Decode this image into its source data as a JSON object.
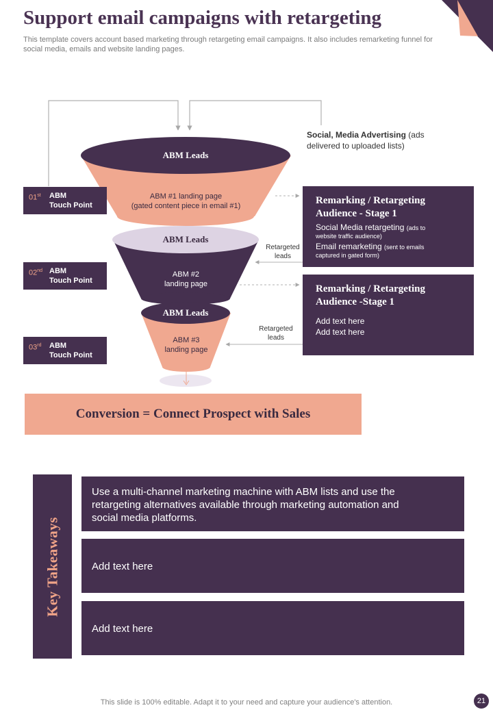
{
  "title": "Support email campaigns with retargeting",
  "subtitle": "This template covers account based marketing through retargeting email campaigns. It also includes remarketing funnel for social media, emails and website landing pages.",
  "social_note": {
    "bold": "Social, Media Advertising",
    "rest_1": " (ads",
    "rest_2": "delivered  to uploaded  lists)"
  },
  "funnel": [
    {
      "lead_label": "ABM Leads",
      "landing_line1": "ABM #1 landing page",
      "landing_line2": "(gated content piece in email #1)"
    },
    {
      "lead_label": "ABM Leads",
      "landing_line1": "ABM #2",
      "landing_line2": "landing page"
    },
    {
      "lead_label": "ABM Leads",
      "landing_line1": "ABM #3",
      "landing_line2": "landing page"
    }
  ],
  "touch_points": [
    {
      "num": "01",
      "sup": "st",
      "label_1": "ABM",
      "label_2": "Touch Point"
    },
    {
      "num": "02",
      "sup": "nd",
      "label_1": "ABM",
      "label_2": "Touch Point"
    },
    {
      "num": "03",
      "sup": "rd",
      "label_1": "ABM",
      "label_2": "Touch Point"
    }
  ],
  "retargeted_leads": [
    {
      "line1": "Retargeted",
      "line2": "leads"
    },
    {
      "line1": "Retargeted",
      "line2": "leads"
    }
  ],
  "remarketing_boxes": [
    {
      "heading_1": "Remarking / Retargeting",
      "heading_2": "Audience - Stage 1",
      "item1_main": "Social Media retargeting ",
      "item1_small_1": "(ads to",
      "item1_small_2": "website traffic audience)",
      "item2_main": "Email remarketing ",
      "item2_small_1": "(sent to emails",
      "item2_small_2": "captured in gated form)"
    },
    {
      "heading_1": "Remarking / Retargeting",
      "heading_2": "Audience -Stage 1",
      "line1": "Add text here",
      "line2": "Add text here"
    }
  ],
  "conversion": "Conversion = Connect Prospect with Sales",
  "key_takeaways": {
    "label": "Key Takeaways",
    "items": [
      {
        "line1": "Use a multi-channel  marketing machine with ABM lists and use the",
        "line2": "retargeting alternatives available through marketing automation and",
        "line3": "social media platforms."
      },
      {
        "line1": "Add text here"
      },
      {
        "line1": "Add text here"
      }
    ]
  },
  "footer": "This slide is 100% editable. Adapt it to your need and capture your audience's attention.",
  "page_number": "21",
  "colors": {
    "dark_purple": "#45304f",
    "peach": "#f0a890",
    "light_lavender": "#ddd3e3",
    "accent_text": "#f0a488"
  }
}
